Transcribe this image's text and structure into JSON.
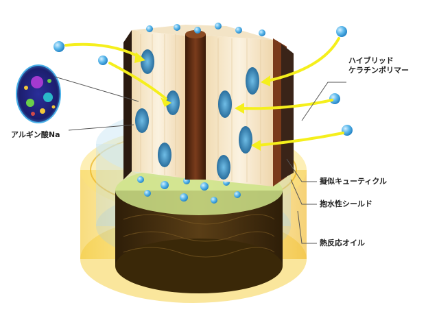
{
  "labels": {
    "alginate": "アルギン酸Na",
    "hybrid_keratin_line1": "ハイブリッド",
    "hybrid_keratin_line2": "ケラチンポリマー",
    "pseudo_cuticle": "擬似キューティクル",
    "water_shield": "抱水性シールド",
    "thermo_oil": "熱反応オイル"
  },
  "colors": {
    "oil_ring": "#f2c53a",
    "shield": "#9fd0e8",
    "core_dark": "#4a3210",
    "hair_cortex": "#f6ead2",
    "cuticle_edge": "#7a3a1a",
    "medulla": "#5a2a12",
    "droplet": "#4aa8e0",
    "arrow": "#f5ef1c",
    "leader_line": "#555555"
  }
}
